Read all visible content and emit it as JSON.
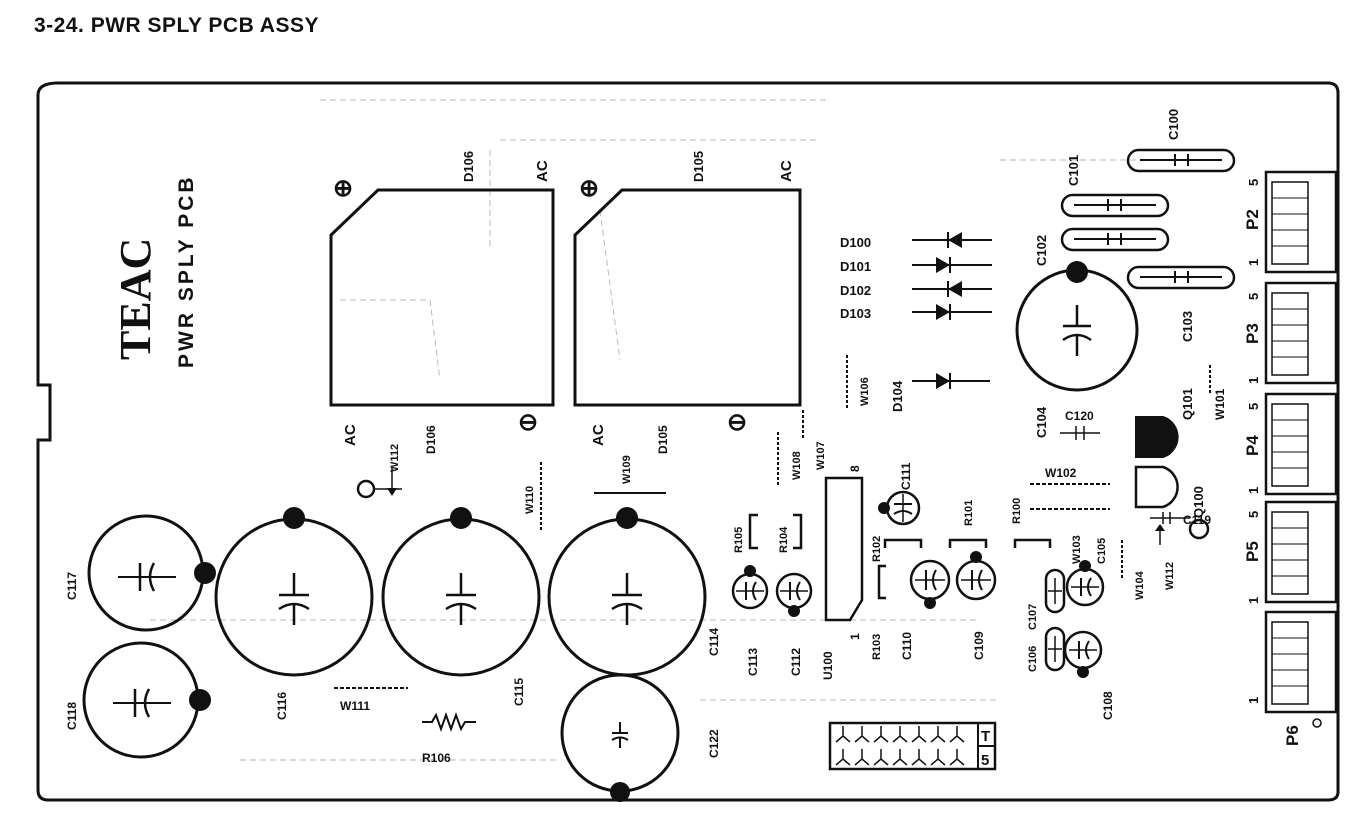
{
  "page": {
    "title": "3-24. PWR SPLY PCB ASSY"
  },
  "board": {
    "brand": "TEAC",
    "name": "PWR SPLY PCB",
    "labels": {
      "d106": "D106",
      "d105": "D105",
      "ac": "AC",
      "plus": "⊕",
      "minus": "⊖",
      "d100": "D100",
      "d101": "D101",
      "d102": "D102",
      "d103": "D103",
      "d104": "D104",
      "c100": "C100",
      "c101": "C101",
      "c102": "C102",
      "c103": "C103",
      "c104": "C104",
      "c105": "C105",
      "c106": "C106",
      "c107": "C107",
      "c108": "C108",
      "c109": "C109",
      "c110": "C110",
      "c111": "C111",
      "c112": "C112",
      "c113": "C113",
      "c114": "C114",
      "c115": "C115",
      "c116": "C116",
      "c117": "C117",
      "c118": "C118",
      "c119": "C119",
      "c120": "C120",
      "c122": "C122",
      "r100": "R100",
      "r101": "R101",
      "r102": "R102",
      "r103": "R103",
      "r104": "R104",
      "r105": "R105",
      "r106": "R106",
      "w101": "W101",
      "w102": "W102",
      "w103": "W103",
      "w104": "W104",
      "w106": "W106",
      "w107": "W107",
      "w108": "W108",
      "w109": "W109",
      "w110": "W110",
      "w111": "W111",
      "w112": "W112",
      "q100": "Q100",
      "q101": "Q101",
      "u100": "U100",
      "p2": "P2",
      "p3": "P3",
      "p4": "P4",
      "p5": "P5",
      "p6": "P6",
      "pin1": "1",
      "pin5": "5",
      "pin8": "8",
      "t": "T",
      "five": "5"
    }
  }
}
